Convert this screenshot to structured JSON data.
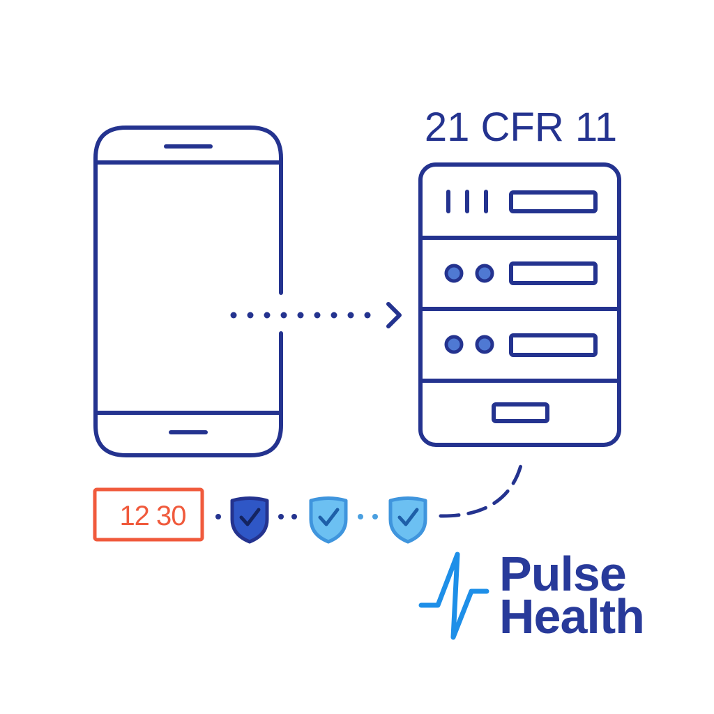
{
  "server": {
    "standard_label": "21 CFR 11"
  },
  "timestamp": {
    "value": "12 30",
    "color": "#f05a3c"
  },
  "chain": {
    "items": [
      {
        "icon": "shield-check-icon",
        "state": "verified",
        "color": "#24338f"
      },
      {
        "icon": "shield-check-icon",
        "state": "pending",
        "color": "#4a9fe0"
      },
      {
        "icon": "shield-check-icon",
        "state": "pending",
        "color": "#4a9fe0"
      }
    ]
  },
  "brand": {
    "line1": "Pulse",
    "line2": "Health",
    "color": "#283a9a",
    "mark_color": "#1e8fe8",
    "mark_icon": "pulse-icon"
  },
  "colors": {
    "line": "#24338f",
    "led": "#4f79d3",
    "shield_dark": "#24338f",
    "shield_light": "#4a9fe0"
  }
}
